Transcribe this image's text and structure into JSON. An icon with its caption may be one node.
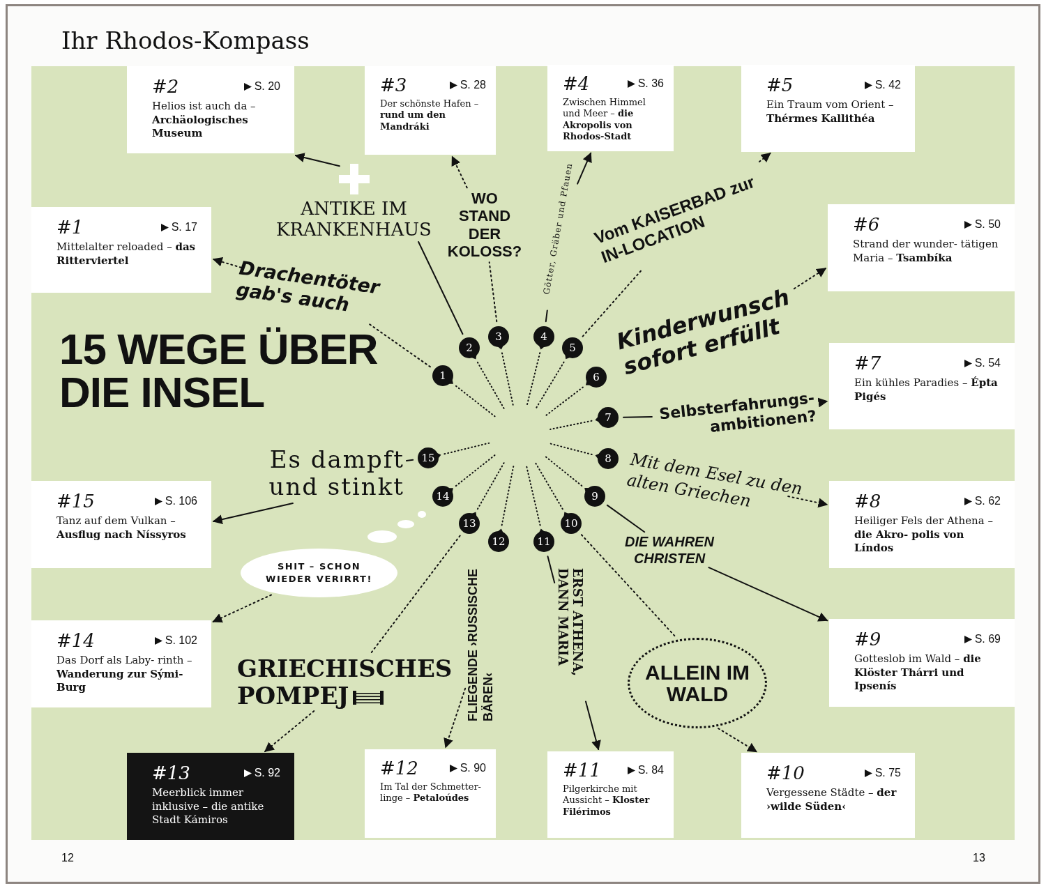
{
  "diagram": {
    "title": "Ihr Rhodos-Kompass",
    "nodes": [
      {
        "text": [
          "#1",
          "S. 17",
          "Mittelalter reloaded – **das Ritterviertel**"
        ]
      },
      {
        "text": [
          "#2",
          "S. 20",
          "Helios ist auch da – **Archäologisches Museum**"
        ]
      },
      {
        "text": [
          "#3",
          "S. 28",
          "Der schönste Hafen – **rund um den Mandráki**"
        ]
      },
      {
        "text": [
          "#4",
          "S. 36",
          "Zwischen Himmel und Meer – **die Akropolis von Rhodos-Stadt**"
        ]
      },
      {
        "text": [
          "#5",
          "S. 42",
          "Ein Traum vom Orient – **Thérmes Kallithéa**"
        ]
      },
      {
        "text": [
          "#6",
          "S. 50",
          "Strand der wunder- tätigen Maria – **Tsambíka**"
        ]
      },
      {
        "text": [
          "#7",
          "S. 54",
          "Ein kühles Paradies – **Épta Pigés**"
        ]
      },
      {
        "text": [
          "#8",
          "S. 62",
          "Heiliger Fels der Athena – **die Akro- polis von Líndos**"
        ]
      },
      {
        "text": [
          "#9",
          "S. 69",
          "Gotteslob im Wald – **die Klöster Thárri und Ipsenís**"
        ]
      },
      {
        "text": [
          "#10",
          "S. 75",
          "Vergessene Städte – **der ›wilde Süden‹**"
        ]
      },
      {
        "text": [
          "#11",
          "S. 84",
          "Pilgerkirche mit Aussicht – **Kloster Filérimos**"
        ]
      },
      {
        "text": [
          "#12",
          "S. 90",
          "Im Tal der Schmetter- linge – **Petaloúdes**"
        ]
      },
      {
        "text": [
          "#13",
          "S. 92",
          "Meerblick immer inklusive – die antike Stadt Kámiros"
        ]
      },
      {
        "text": [
          "#14",
          "S. 102",
          "Das Dorf als Laby- rinth – **Wanderung zur Sými-Burg**"
        ]
      },
      {
        "text": [
          "#15",
          "S. 106",
          "Tanz auf dem Vulkan – **Ausflug nach Níssyros**"
        ]
      },
      {
        "text": [
          "1"
        ]
      },
      {
        "text": [
          "2"
        ]
      },
      {
        "text": [
          "3"
        ]
      },
      {
        "text": [
          "4"
        ]
      },
      {
        "text": [
          "5"
        ]
      },
      {
        "text": [
          "6"
        ]
      },
      {
        "text": [
          "7"
        ]
      },
      {
        "text": [
          "8"
        ]
      },
      {
        "text": [
          "9"
        ]
      },
      {
        "text": [
          "10"
        ]
      },
      {
        "text": [
          "11"
        ]
      },
      {
        "text": [
          "12"
        ]
      },
      {
        "text": [
          "13"
        ]
      },
      {
        "text": [
          "14"
        ]
      },
      {
        "text": [
          "15"
        ]
      },
      {
        "text": [
          "Drachentöter gab's auch"
        ]
      },
      {
        "text": [
          "ANTIKE IM KRANKENHAUS"
        ]
      },
      {
        "text": [
          "WO STAND DER KOLOSS?"
        ]
      },
      {
        "text": [
          "Götter, Gräber und Pfauen"
        ]
      },
      {
        "text": [
          "Vom KAISERBAD zur IN-LOCATION"
        ]
      },
      {
        "text": [
          "Kinderwunsch sofort erfüllt"
        ]
      },
      {
        "text": [
          "Selbsterfahrungs- ambitionen?"
        ]
      },
      {
        "text": [
          "Mit dem Esel zu den alten Griechen"
        ]
      },
      {
        "text": [
          "DIE WAHREN CHRISTEN"
        ]
      },
      {
        "text": [
          "ALLEIN IM WALD"
        ]
      },
      {
        "text": [
          "ERST ATHENA, DANN MARIA"
        ]
      },
      {
        "text": [
          "FLIEGENDE ›RUSSISCHE BÄREN‹"
        ]
      },
      {
        "text": [
          "GRIECHISCHES POMPEJ"
        ]
      },
      {
        "text": [
          "SHIT – SCHON WIEDER VERIRRT!"
        ]
      },
      {
        "text": [
          "Es dampft und stinkt"
        ]
      }
    ],
    "edges": [
      {
        "from": 15,
        "to": 30,
        "arrow": "none",
        "style": "dashed"
      },
      {
        "from": 30,
        "to": 0,
        "arrow": "to",
        "style": "dashed"
      },
      {
        "from": 16,
        "to": 31,
        "arrow": "none"
      },
      {
        "from": 31,
        "to": 1,
        "arrow": "to"
      },
      {
        "from": 17,
        "to": 32,
        "arrow": "none",
        "style": "dashed"
      },
      {
        "from": 32,
        "to": 2,
        "arrow": "to",
        "style": "dashed"
      },
      {
        "from": 18,
        "to": 33,
        "arrow": "none"
      },
      {
        "from": 33,
        "to": 3,
        "arrow": "to"
      },
      {
        "from": 19,
        "to": 34,
        "arrow": "none",
        "style": "dashed"
      },
      {
        "from": 34,
        "to": 4,
        "arrow": "to",
        "style": "dashed"
      },
      {
        "from": 35,
        "to": 5,
        "arrow": "to",
        "style": "dashed"
      },
      {
        "from": 21,
        "to": 36,
        "arrow": "none"
      },
      {
        "from": 36,
        "to": 6,
        "arrow": "to",
        "style": "dashed"
      },
      {
        "from": 37,
        "to": 7,
        "arrow": "to",
        "style": "dashed"
      },
      {
        "from": 23,
        "to": 38,
        "arrow": "none"
      },
      {
        "from": 38,
        "to": 8,
        "arrow": "to"
      },
      {
        "from": 24,
        "to": 39,
        "arrow": "none",
        "style": "dashed"
      },
      {
        "from": 39,
        "to": 9,
        "arrow": "to",
        "style": "dashed"
      },
      {
        "from": 25,
        "to": 40,
        "arrow": "none"
      },
      {
        "from": 40,
        "to": 10,
        "arrow": "to"
      },
      {
        "from": 41,
        "to": 11,
        "arrow": "to",
        "style": "dashed"
      },
      {
        "from": 27,
        "to": 42,
        "arrow": "none",
        "style": "dashed"
      },
      {
        "from": 42,
        "to": 12,
        "arrow": "to",
        "style": "dashed"
      },
      {
        "from": 43,
        "to": 13,
        "arrow": "to",
        "style": "dashed"
      },
      {
        "from": 29,
        "to": 44,
        "arrow": "none"
      },
      {
        "from": 44,
        "to": 14,
        "arrow": "to"
      }
    ],
    "labels": [
      "15 WEGE ÜBER DIE INSEL",
      "12",
      "13"
    ]
  }
}
